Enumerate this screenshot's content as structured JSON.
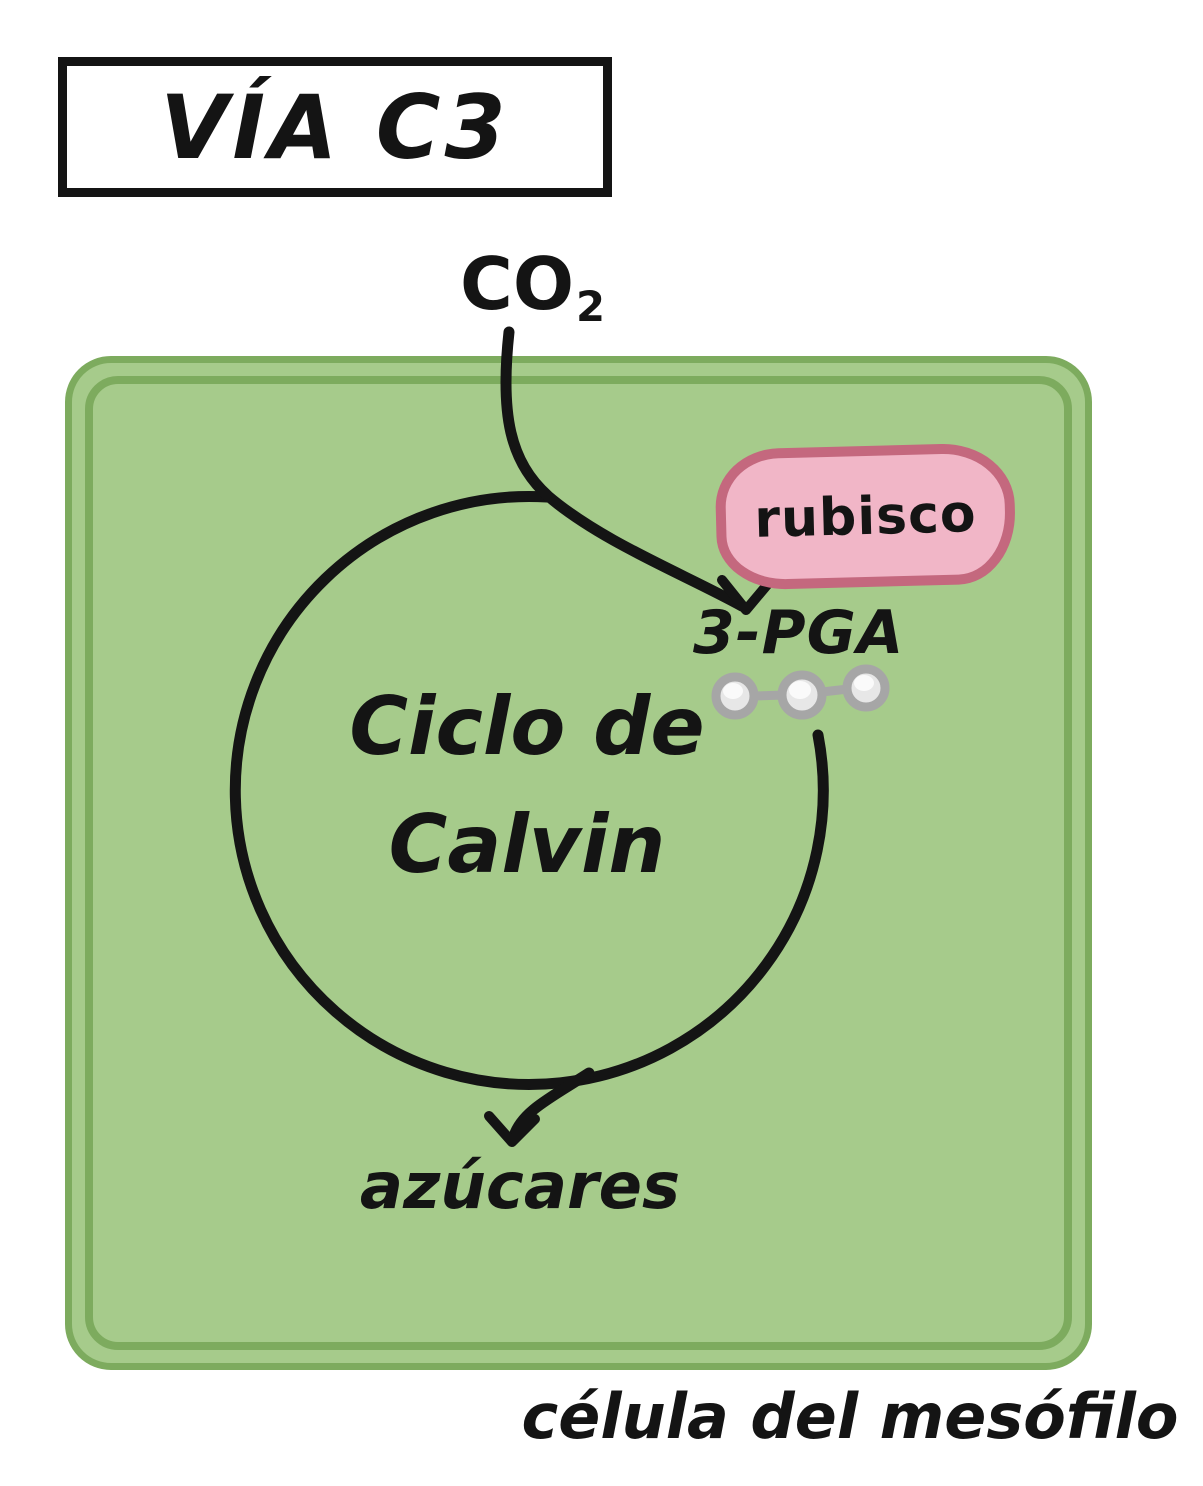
{
  "title": {
    "label": "VÍA C3"
  },
  "diagram": {
    "co2_label": "CO",
    "co2_subscript": "2",
    "rubisco_label": "rubisco",
    "pga_label": "3-PGA",
    "cycle_line1": "Ciclo de",
    "cycle_line2": "Calvin",
    "sugars_label": "azúcares",
    "cell_label": "célula del mesófilo"
  },
  "colors": {
    "ink": "#141414",
    "cell_fill": "#a6cb8b",
    "cell_border": "#7dab5e",
    "rubisco_fill": "#f1b6c7",
    "rubisco_border": "#c4687e",
    "molecule_outline": "#a6a6a6",
    "molecule_fill": "#e7e7e7",
    "molecule_highlight": "#fafafa",
    "background": "#ffffff"
  }
}
